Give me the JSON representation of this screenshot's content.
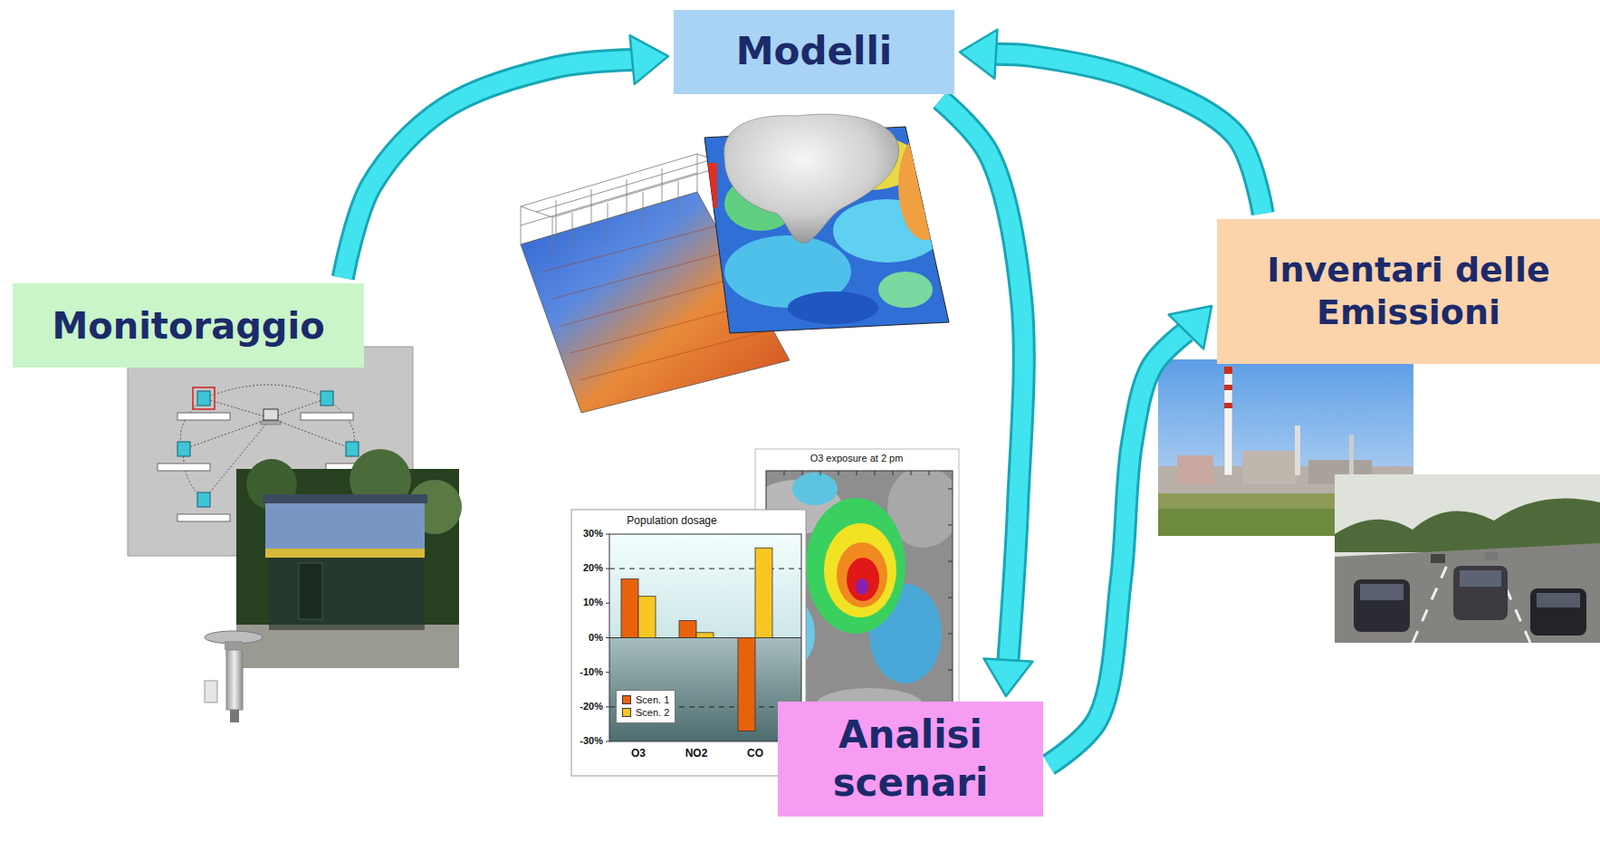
{
  "diagram": {
    "nodes": [
      {
        "text": [
          "Modelli"
        ]
      },
      {
        "text": [
          "Monitoraggio"
        ]
      },
      {
        "text": [
          "Inventari delle Emissioni"
        ]
      },
      {
        "text": [
          "Analisi scenari"
        ]
      }
    ],
    "edges": [
      {
        "from": 1,
        "to": 0,
        "arrow": "to"
      },
      {
        "from": 0,
        "to": 3,
        "arrow": "to"
      },
      {
        "from": 3,
        "to": 2,
        "arrow": "to"
      },
      {
        "from": 2,
        "to": 0,
        "arrow": "to"
      }
    ],
    "labels": [
      "O3 exposure at 2 pm",
      "Population dosage",
      "30%",
      "20%",
      "10%",
      "0%",
      "-10%",
      "-20%",
      "-30%",
      "O3",
      "NO2",
      "CO"
    ],
    "legend": [
      {
        "text": "Scen. 1",
        "color": "#e8620c"
      },
      {
        "text": "Scen. 2",
        "color": "#f7c623"
      }
    ]
  }
}
